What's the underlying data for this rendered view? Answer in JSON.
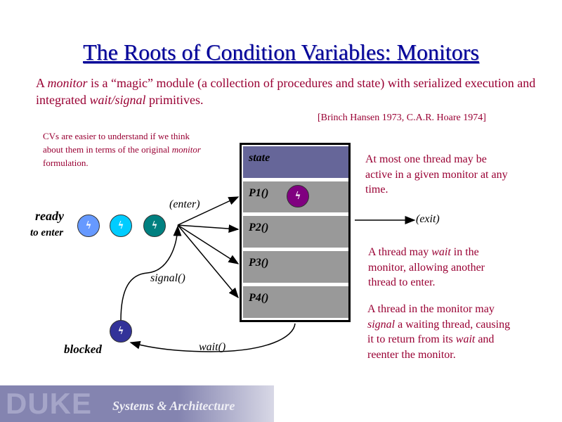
{
  "title": "The Roots of Condition Variables: Monitors",
  "intro": {
    "p1": "A ",
    "monitor": "monitor",
    "p2": " is a “magic” module (a collection of procedures and state) with serialized execution and integrated ",
    "waitsignal": "wait/signal",
    "p3": " primitives."
  },
  "citation": "[Brinch Hansen 1973, C.A.R. Hoare 1974]",
  "note": {
    "a": "CVs are easier to understand if we think about them in terms of the original ",
    "b": "monitor",
    "c": " formulation."
  },
  "monitor_box": {
    "state": "state",
    "procs": [
      "P1()",
      "P2()",
      "P3()",
      "P4()"
    ]
  },
  "labels": {
    "ready": "ready",
    "to_enter": "to enter",
    "blocked": "blocked",
    "enter": "(enter)",
    "signal": "signal()",
    "wait": "wait()",
    "exit": "(exit)"
  },
  "right": {
    "r1": "At most one thread may be active in a given monitor at any time.",
    "r2a": "A thread may ",
    "r2b": "wait",
    "r2c": " in the monitor, allowing another thread to enter.",
    "r3a": "A thread in the monitor may ",
    "r3b": "signal",
    "r3c": " a waiting thread, causing it to return from its ",
    "r3d": "wait",
    "r3e": " and reenter the monitor."
  },
  "threads": {
    "colors": [
      "#6699ff",
      "#00ccff",
      "#008080",
      "#800080",
      "#333399"
    ]
  },
  "footer": {
    "logo": "DUKE",
    "subtitle": "Systems & Architecture"
  }
}
